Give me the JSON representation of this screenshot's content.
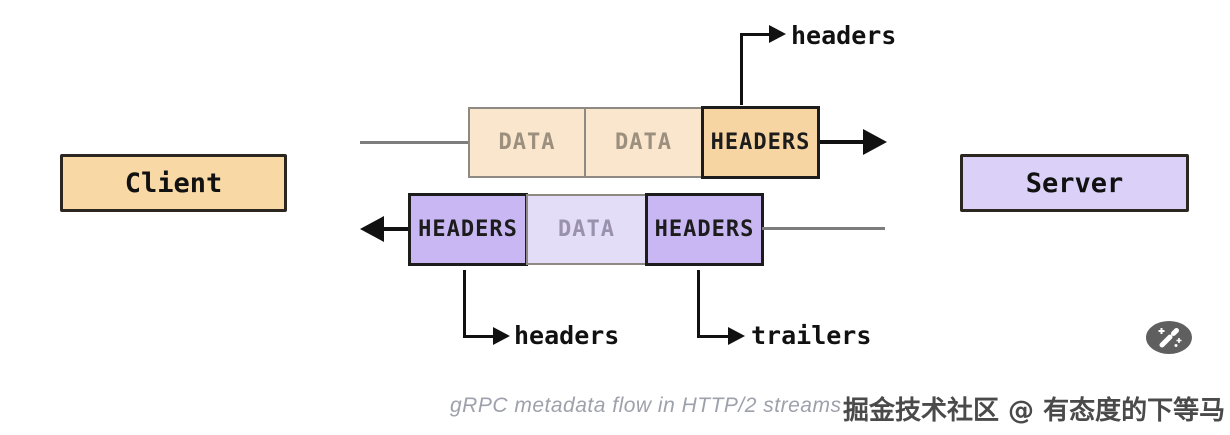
{
  "nodes": {
    "client": {
      "label": "Client",
      "fill": "#F8D8A5",
      "border": "#2B2620"
    },
    "server": {
      "label": "Server",
      "fill": "#DBD0F7",
      "border": "#2B2620"
    }
  },
  "request_stream": {
    "direction": "client-to-server",
    "frames": [
      {
        "label": "DATA",
        "kind": "data-frame",
        "fill": "#F9E6CC",
        "border": "#8E8A83",
        "text_color": "#9C8F7E"
      },
      {
        "label": "DATA",
        "kind": "data-frame",
        "fill": "#F9E6CC",
        "border": "#8E8A83",
        "text_color": "#9C8F7E"
      },
      {
        "label": "HEADERS",
        "kind": "headers-frame",
        "fill": "#F7D5A2",
        "border": "#1C1C1C",
        "text_color": "#1C1C1C"
      }
    ],
    "annotation": {
      "label": "headers"
    }
  },
  "response_stream": {
    "direction": "server-to-client",
    "frames": [
      {
        "label": "HEADERS",
        "kind": "headers-frame",
        "fill": "#C9B7F3",
        "border": "#1C1C1C",
        "text_color": "#1C1C1C"
      },
      {
        "label": "DATA",
        "kind": "data-frame",
        "fill": "#E4DDF8",
        "border": "#8E8A83",
        "text_color": "#9A91AD"
      },
      {
        "label": "HEADERS",
        "kind": "headers-frame",
        "fill": "#C9B7F3",
        "border": "#1C1C1C",
        "text_color": "#1C1C1C"
      }
    ],
    "annotations": [
      {
        "label": "headers"
      },
      {
        "label": "trailers"
      }
    ]
  },
  "caption": "gRPC metadata flow in HTTP/2 streams",
  "watermark": "掘金技术社区 @ 有态度的下等马",
  "controls": {
    "magic_wand_button": {
      "icon": "magic-wand-icon",
      "fill": "#5F5F5F"
    }
  }
}
